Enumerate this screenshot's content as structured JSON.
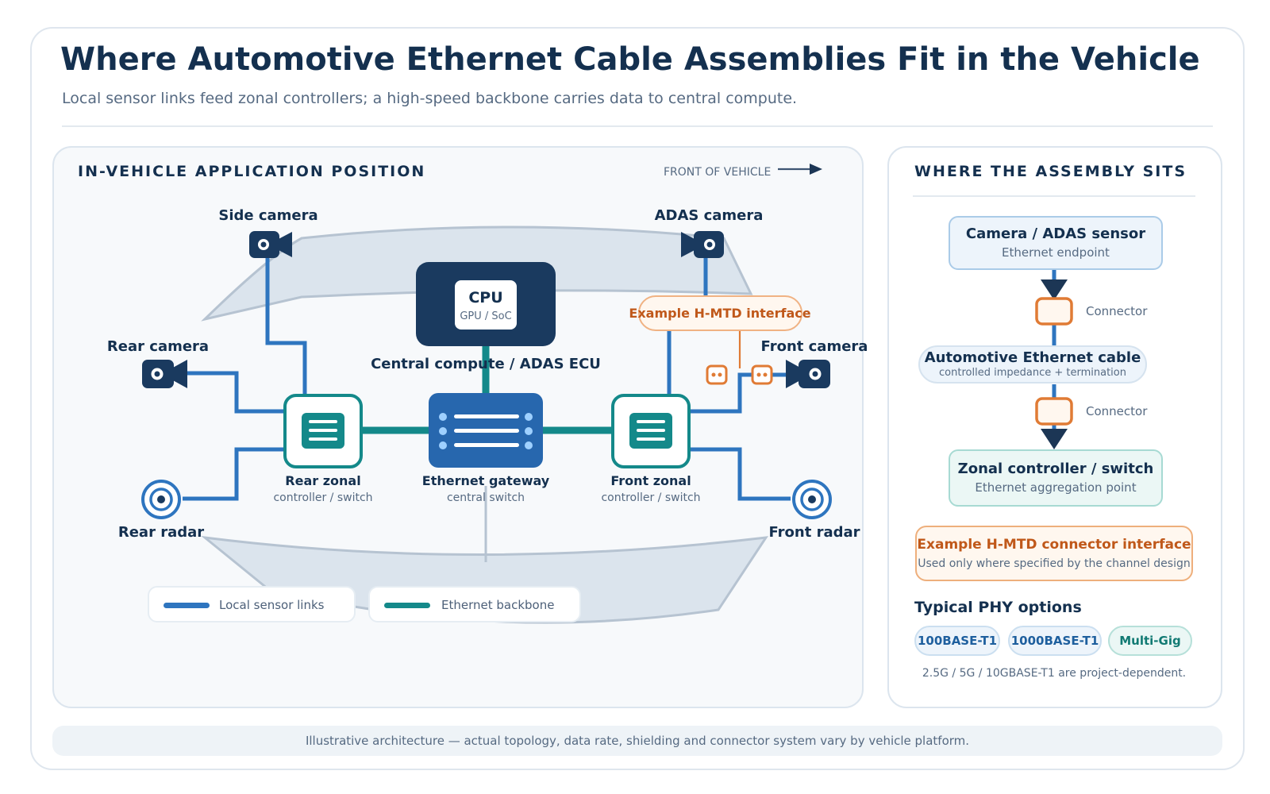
{
  "header": {
    "title": "Where Automotive Ethernet Cable Assemblies Fit in the Vehicle",
    "subtitle": "Local sensor links feed zonal controllers; a high-speed backbone carries data to central compute."
  },
  "left_panel": {
    "title": "IN-VEHICLE APPLICATION POSITION",
    "front_label": "FRONT OF VEHICLE",
    "sensors": {
      "side_camera": "Side camera",
      "adas_camera": "ADAS camera",
      "rear_camera": "Rear camera",
      "front_camera": "Front camera",
      "rear_radar": "Rear radar",
      "front_radar": "Front radar"
    },
    "cpu": {
      "title": "CPU",
      "subtitle": "GPU / SoC"
    },
    "central_compute_label": "Central compute / ADAS ECU",
    "hmtd_label": "Example H-MTD interface",
    "rear_zonal": {
      "title": "Rear zonal",
      "subtitle": "controller / switch"
    },
    "gateway": {
      "title": "Ethernet gateway",
      "subtitle": "central switch"
    },
    "front_zonal": {
      "title": "Front zonal",
      "subtitle": "controller / switch"
    },
    "legend": [
      {
        "label": "Local sensor links",
        "color": "#2e75bf"
      },
      {
        "label": "Ethernet backbone",
        "color": "#14898a"
      }
    ]
  },
  "right_panel": {
    "title": "WHERE THE ASSEMBLY SITS",
    "camera_node": {
      "title": "Camera / ADAS sensor",
      "subtitle": "Ethernet endpoint"
    },
    "connector_top": "Connector",
    "cable_node": {
      "title": "Automotive Ethernet cable",
      "subtitle": "controlled impedance + termination"
    },
    "connector_bottom": "Connector",
    "zonal_node": {
      "title": "Zonal controller / switch",
      "subtitle": "Ethernet aggregation point"
    },
    "hmtd_node": {
      "title": "Example H-MTD connector interface",
      "subtitle": "Used only where specified by the channel design"
    },
    "phy_title": "Typical PHY options",
    "phy_options": [
      "100BASE-T1",
      "1000BASE-T1",
      "Multi-Gig"
    ],
    "phy_note": "2.5G / 5G / 10GBASE-T1 are project-dependent."
  },
  "footer": "Illustrative architecture — actual topology, data rate, shielding and connector system vary by vehicle platform.",
  "colors": {
    "navy": "#14304f",
    "dark_navy_box": "#1a3a5f",
    "local_link_blue": "#2e75bf",
    "backbone_teal": "#14898a",
    "gateway_blue": "#2767ae",
    "hmtd_orange": "#e07b35",
    "hmtd_text": "#c0581a"
  },
  "icons": [
    "camera-icon",
    "radar-icon",
    "cpu-icon",
    "switch-icon",
    "connector-icon",
    "arrow-right-icon",
    "arrow-down-icon"
  ]
}
